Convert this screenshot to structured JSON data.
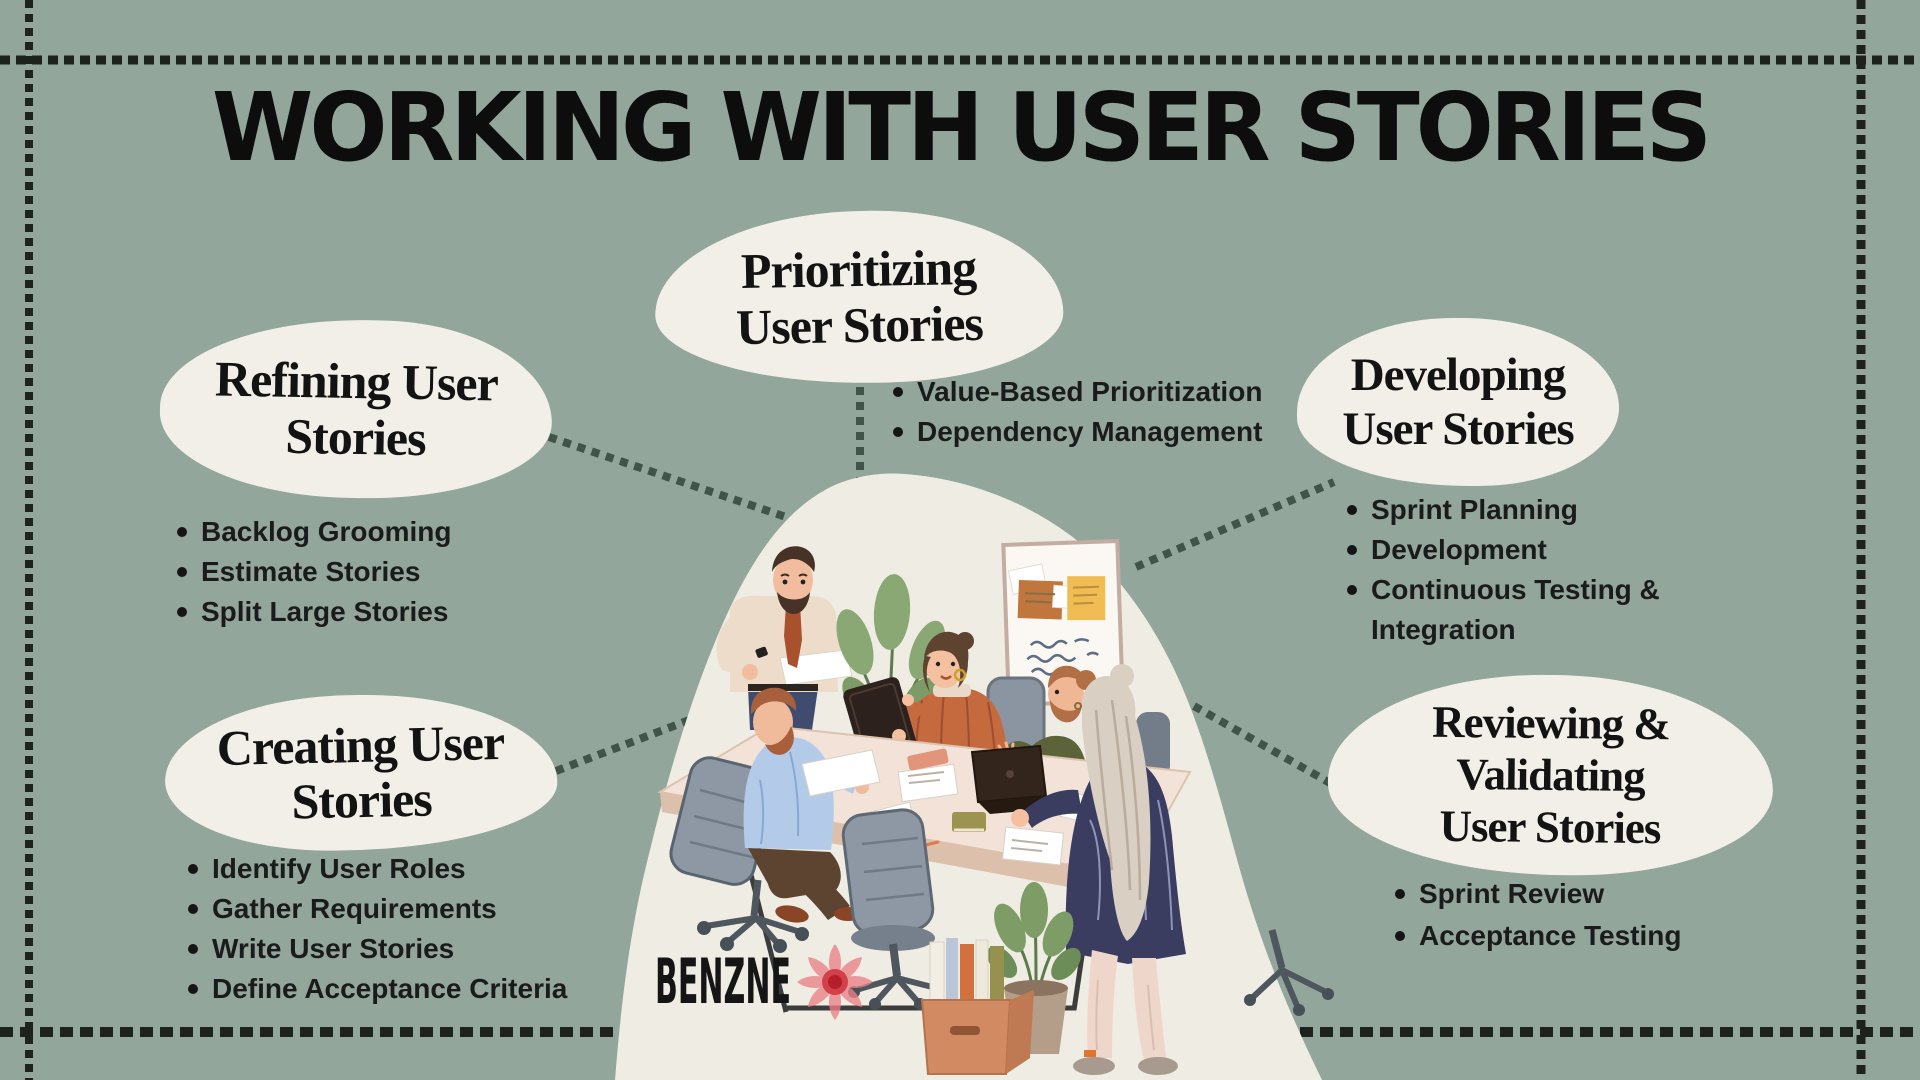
{
  "page": {
    "title": "WORKING WITH USER STORIES"
  },
  "brand": {
    "name": "BENZNE"
  },
  "sections": {
    "prioritizing": {
      "title_lines": [
        "Prioritizing",
        "User Stories"
      ],
      "items": [
        "Value-Based Prioritization",
        "Dependency Management"
      ]
    },
    "refining": {
      "title_lines": [
        "Refining User",
        "Stories"
      ],
      "items": [
        "Backlog Grooming",
        "Estimate Stories",
        "Split Large Stories"
      ]
    },
    "developing": {
      "title_lines": [
        "Developing",
        "User Stories"
      ],
      "items": [
        "Sprint Planning",
        "Development",
        "Continuous Testing & Integration"
      ]
    },
    "creating": {
      "title_lines": [
        "Creating User",
        "Stories"
      ],
      "items": [
        "Identify User Roles",
        "Gather Requirements",
        "Write User Stories",
        "Define Acceptance Criteria"
      ]
    },
    "reviewing": {
      "title_lines": [
        "Reviewing &",
        "Validating",
        "User Stories"
      ],
      "items": [
        "Sprint Review",
        "Acceptance Testing"
      ]
    }
  },
  "colors": {
    "background": "#92a69b",
    "panel": "#f2efe8",
    "bell": "#efece3",
    "frame_dash": "#1d221c",
    "connector_dash": "#40544a",
    "flower": "#e8838a",
    "text": "#141414"
  }
}
